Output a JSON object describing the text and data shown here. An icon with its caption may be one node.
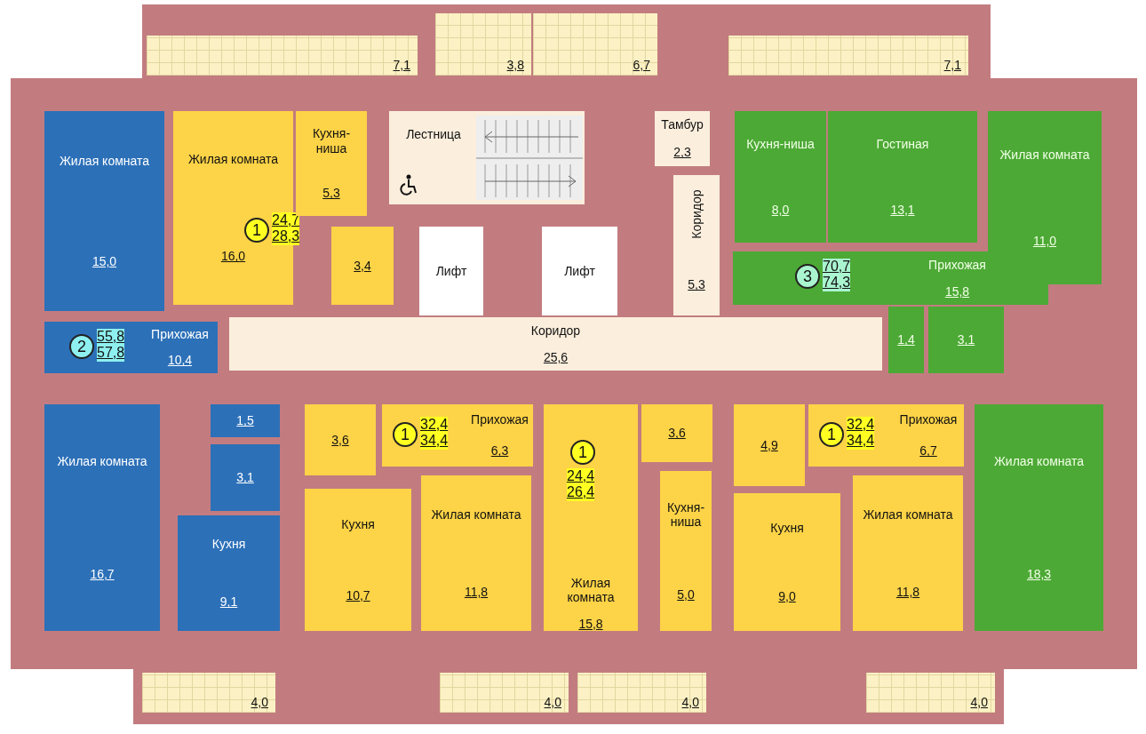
{
  "diagram": {
    "nodes": [
      {
        "text": [
          "7,1"
        ]
      },
      {
        "text": [
          "3,8"
        ]
      },
      {
        "text": [
          "6,7"
        ]
      },
      {
        "text": [
          "7,1"
        ]
      },
      {
        "text": [
          "Жилая комната",
          "15,0"
        ]
      },
      {
        "text": [
          "Жилая комната",
          "16,0"
        ]
      },
      {
        "text": [
          "1"
        ],
        "in": 5,
        "beside": [
          "24,7",
          "28,3"
        ]
      },
      {
        "text": [
          "Кухня-ниша",
          "5,3"
        ]
      },
      {
        "text": [
          "Лестница"
        ]
      },
      {
        "text": [
          "Тамбур",
          "2,3"
        ]
      },
      {
        "text": [
          "Кухня-ниша",
          "8,0"
        ]
      },
      {
        "text": [
          "Гостиная",
          "13,1"
        ]
      },
      {
        "text": [
          "Жилая комната",
          "11,0"
        ]
      },
      {
        "text": [
          "3,4"
        ]
      },
      {
        "text": [
          "Лифт"
        ]
      },
      {
        "text": [
          "Лифт"
        ]
      },
      {
        "text": [
          "Коридор",
          "5,3"
        ]
      },
      {
        "text": [
          "Прихожая",
          "15,8"
        ]
      },
      {
        "text": [
          "3"
        ],
        "in": 17,
        "beside": [
          "70,7",
          "74,3"
        ]
      },
      {
        "text": [
          "Прихожая",
          "10,4"
        ]
      },
      {
        "text": [
          "2"
        ],
        "in": 19,
        "beside": [
          "55,8",
          "57,8"
        ]
      },
      {
        "text": [
          "Коридор",
          "25,6"
        ]
      },
      {
        "text": [
          "1,4"
        ]
      },
      {
        "text": [
          "3,1"
        ]
      },
      {
        "text": [
          "Жилая комната",
          "16,7"
        ]
      },
      {
        "text": [
          "1,5"
        ]
      },
      {
        "text": [
          "3,6"
        ]
      },
      {
        "text": [
          "Прихожая",
          "6,3"
        ]
      },
      {
        "text": [
          "1"
        ],
        "in": 27,
        "beside": [
          "32,4",
          "34,4"
        ]
      },
      {
        "text": [
          "Жилая комната",
          "15,8"
        ]
      },
      {
        "text": [
          "1"
        ],
        "in": 29,
        "beside": [
          "24,4",
          "26,4"
        ]
      },
      {
        "text": [
          "3,6"
        ]
      },
      {
        "text": [
          "4,9"
        ]
      },
      {
        "text": [
          "Прихожая",
          "6,7"
        ]
      },
      {
        "text": [
          "1"
        ],
        "in": 33,
        "beside": [
          "32,4",
          "34,4"
        ]
      },
      {
        "text": [
          "Жилая комната",
          "18,3"
        ]
      },
      {
        "text": [
          "3,1"
        ]
      },
      {
        "text": [
          "Кухня",
          "9,1"
        ]
      },
      {
        "text": [
          "Кухня",
          "10,7"
        ]
      },
      {
        "text": [
          "Жилая комната",
          "11,8"
        ]
      },
      {
        "text": [
          "Кухня-ниша",
          "5,0"
        ]
      },
      {
        "text": [
          "Кухня",
          "9,0"
        ]
      },
      {
        "text": [
          "Жилая комната",
          "11,8"
        ]
      },
      {
        "text": [
          "4,0"
        ]
      },
      {
        "text": [
          "4,0"
        ]
      },
      {
        "text": [
          "4,0"
        ]
      },
      {
        "text": [
          "4,0"
        ]
      }
    ]
  }
}
